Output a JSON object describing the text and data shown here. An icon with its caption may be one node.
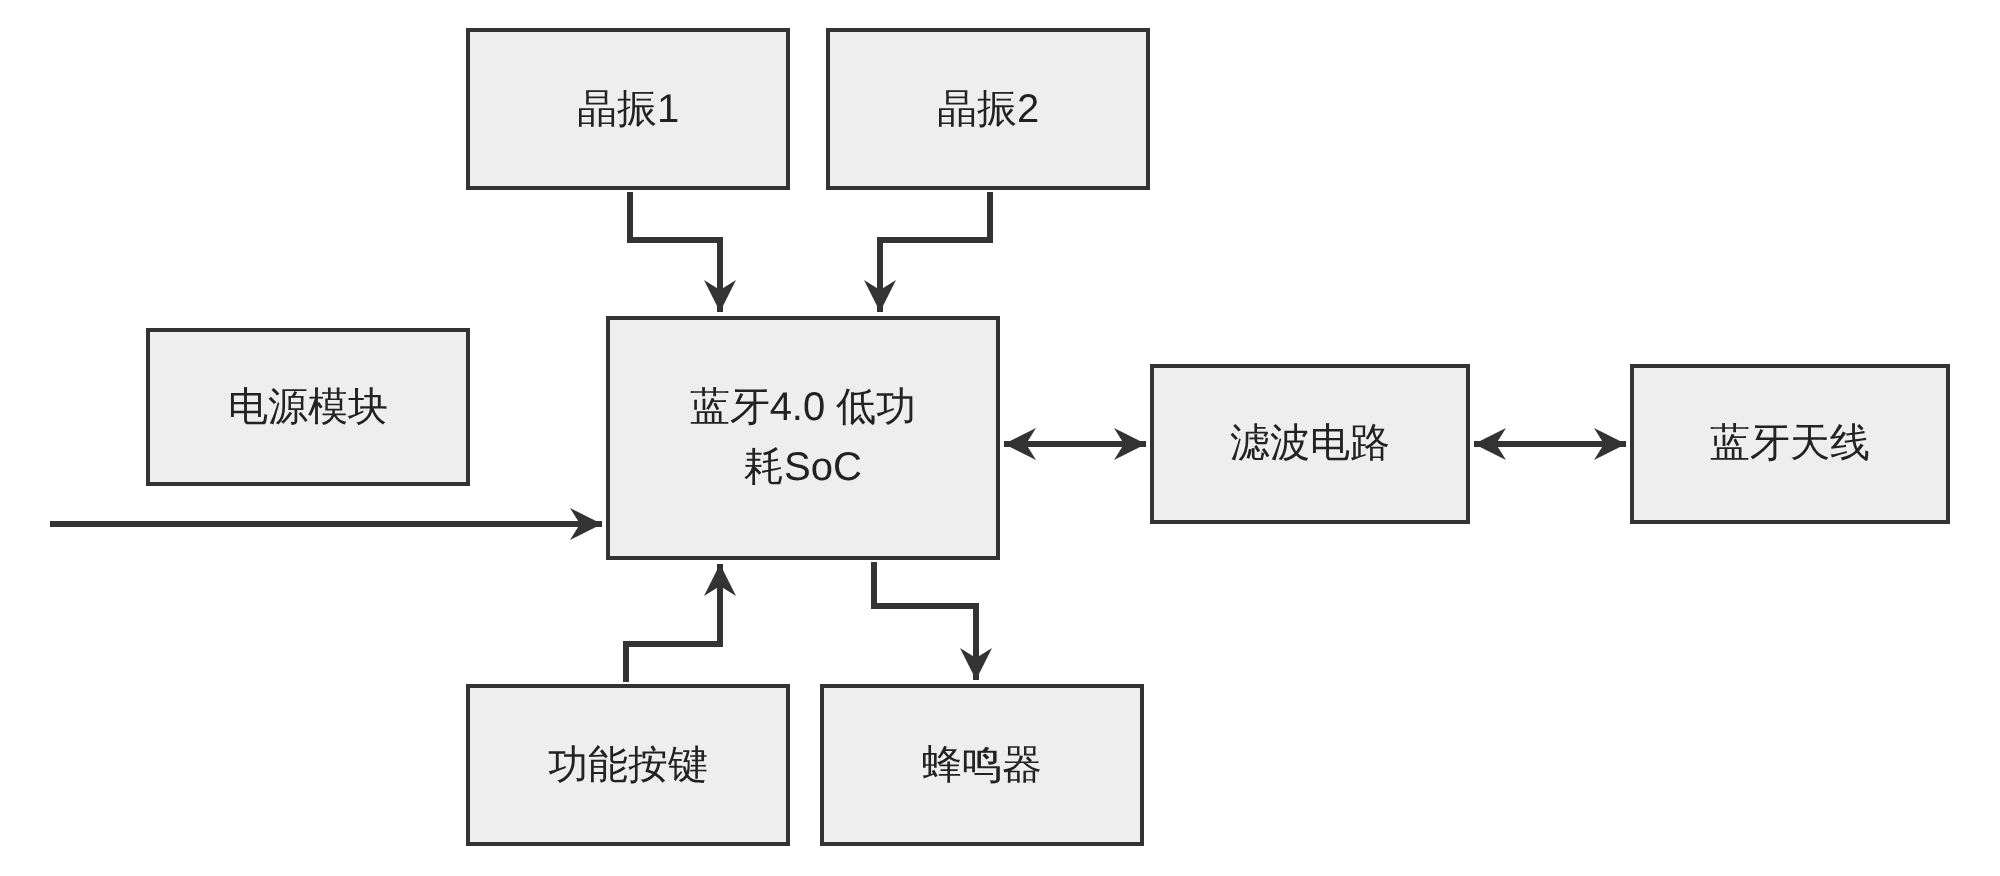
{
  "diagram": {
    "nodes": [
      {
        "text": [
          "晶振1"
        ]
      },
      {
        "text": [
          "晶振2"
        ]
      },
      {
        "text": [
          "电源模块"
        ]
      },
      {
        "text": [
          "蓝牙4.0 低功耗SoC"
        ]
      },
      {
        "text": [
          "滤波电路"
        ]
      },
      {
        "text": [
          "蓝牙天线"
        ]
      },
      {
        "text": [
          "功能按键"
        ]
      },
      {
        "text": [
          "蜂鸣器"
        ]
      }
    ],
    "edges": [
      {
        "from": 0,
        "to": 3,
        "arrow": "to"
      },
      {
        "from": 1,
        "to": 3,
        "arrow": "to"
      },
      {
        "from": null,
        "to": 3,
        "arrow": "to"
      },
      {
        "from": 3,
        "to": 4,
        "arrow": "both"
      },
      {
        "from": 4,
        "to": 5,
        "arrow": "both"
      },
      {
        "from": 6,
        "to": 3,
        "arrow": "to"
      },
      {
        "from": 3,
        "to": 7,
        "arrow": "to"
      }
    ]
  }
}
